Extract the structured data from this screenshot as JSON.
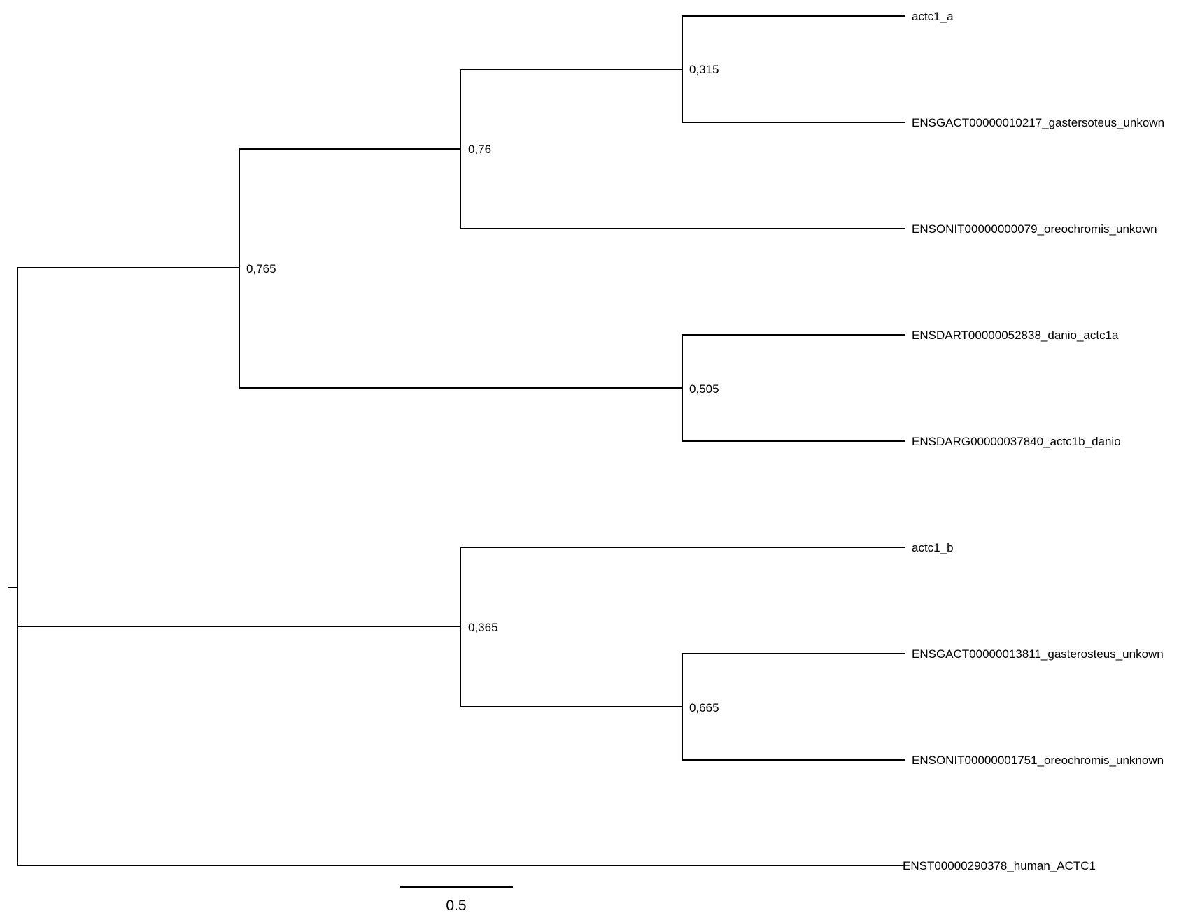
{
  "tree": {
    "tips": [
      {
        "id": "actc1_a",
        "label": "actc1_a"
      },
      {
        "id": "gac10217",
        "label": "ENSGACT00000010217_gastersoteus_unkown"
      },
      {
        "id": "oni079",
        "label": "ENSONIT00000000079_oreochromis_unkown"
      },
      {
        "id": "dart52838",
        "label": "ENSDART00000052838_danio_actc1a"
      },
      {
        "id": "darg37840",
        "label": "ENSDARG00000037840_actc1b_danio"
      },
      {
        "id": "actc1_b",
        "label": "actc1_b"
      },
      {
        "id": "gac13811",
        "label": "ENSGACT00000013811_gasterosteus_unkown"
      },
      {
        "id": "oni1751",
        "label": "ENSONIT00000001751_oreochromis_unknown"
      },
      {
        "id": "human",
        "label": "ENST00000290378_human_ACTC1"
      }
    ],
    "internal_nodes": [
      {
        "id": "n315",
        "label": "0,315",
        "children": [
          "actc1_a",
          "gac10217"
        ]
      },
      {
        "id": "n76",
        "label": "0,76",
        "children": [
          "n315",
          "oni079"
        ]
      },
      {
        "id": "n505",
        "label": "0,505",
        "children": [
          "dart52838",
          "darg37840"
        ]
      },
      {
        "id": "n765",
        "label": "0,765",
        "children": [
          "n76",
          "n505"
        ]
      },
      {
        "id": "n665",
        "label": "0,665",
        "children": [
          "gac13811",
          "oni1751"
        ]
      },
      {
        "id": "n365",
        "label": "0,365",
        "children": [
          "actc1_b",
          "n665"
        ]
      },
      {
        "id": "root",
        "label": "",
        "children": [
          "n765",
          "n365",
          "human"
        ]
      }
    ],
    "scale_bar": {
      "value": 0.5,
      "label": "0.5"
    }
  },
  "colors": {
    "line": "#000000",
    "text": "#000000",
    "background": "#ffffff"
  }
}
